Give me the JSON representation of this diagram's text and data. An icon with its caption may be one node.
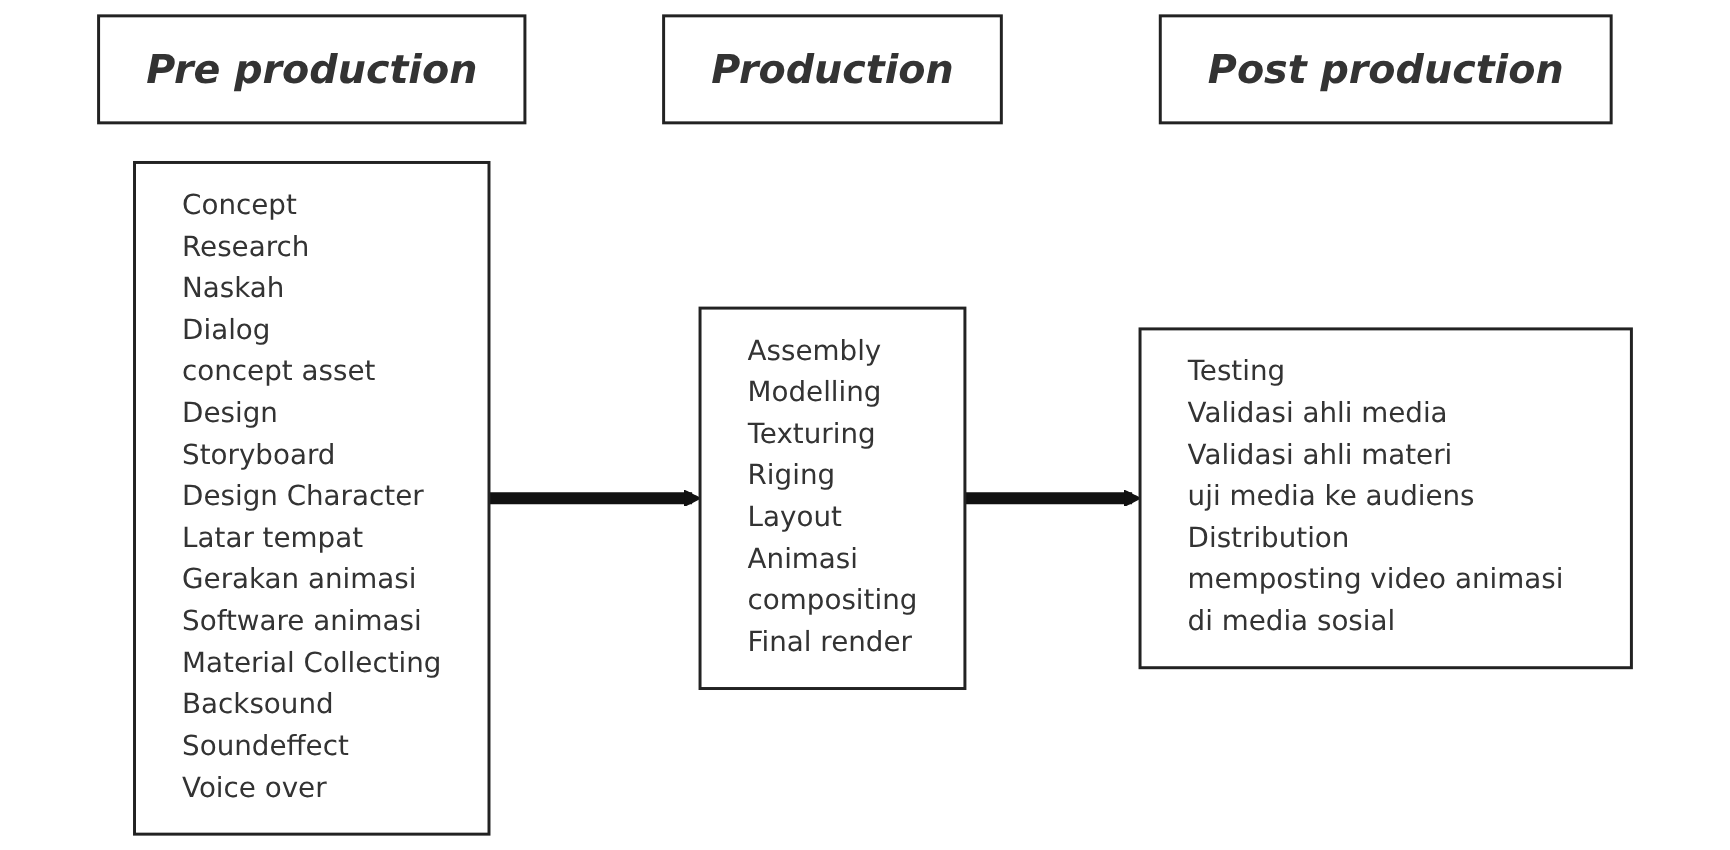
{
  "diagram": {
    "nodes": [
      {
        "text": [
          "Pre production"
        ]
      },
      {
        "text": [
          "Concept",
          "Research",
          "Naskah",
          "Dialog",
          "concept asset",
          "Design",
          "Storyboard",
          "Design Character",
          "Latar tempat",
          "Gerakan animasi",
          "Software animasi",
          "Material Collecting",
          "Backsound",
          "Soundeffect",
          "Voice over"
        ]
      },
      {
        "text": [
          "Production"
        ]
      },
      {
        "text": [
          "Assembly",
          "Modelling",
          "Texturing",
          "Riging",
          "Layout",
          "Animasi",
          "compositing",
          "Final render"
        ]
      },
      {
        "text": [
          "Post production"
        ]
      },
      {
        "text": [
          "Testing",
          "Validasi ahli media",
          "Validasi ahli materi",
          "uji media ke audiens",
          "Distribution",
          "memposting video animasi di media sosial"
        ]
      }
    ],
    "edges": [
      {
        "from": 1,
        "to": 3,
        "arrow": "to"
      },
      {
        "from": 3,
        "to": 5,
        "arrow": "to"
      }
    ]
  }
}
